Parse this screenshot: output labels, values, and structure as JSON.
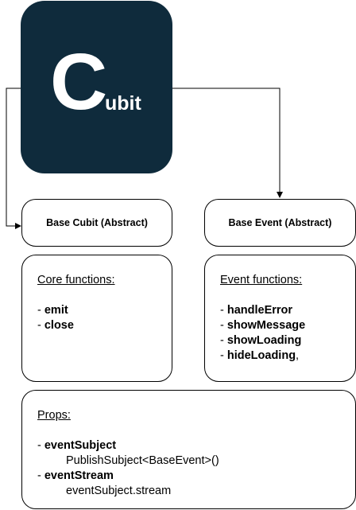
{
  "logo": {
    "big_letter": "C",
    "small_text": "ubit",
    "background_color": "#0f2b3c"
  },
  "base_cubit": {
    "title": "Base Cubit (Abstract)"
  },
  "base_event": {
    "title": "Base Event (Abstract)"
  },
  "core_panel": {
    "heading": "Core functions:",
    "items": [
      {
        "prefix": "- ",
        "name": "emit",
        "suffix": ""
      },
      {
        "prefix": "- ",
        "name": "close",
        "suffix": ""
      }
    ]
  },
  "event_panel": {
    "heading": "Event functions:",
    "items": [
      {
        "prefix": "- ",
        "name": "handleError",
        "suffix": ""
      },
      {
        "prefix": "- ",
        "name": "showMessage",
        "suffix": ""
      },
      {
        "prefix": "- ",
        "name": "showLoading",
        "suffix": ""
      },
      {
        "prefix": "- ",
        "name": "hideLoading",
        "suffix": ","
      }
    ]
  },
  "props_panel": {
    "heading": "Props:",
    "items": [
      {
        "prefix": "- ",
        "name": "eventSubject",
        "detail": "PublishSubject<BaseEvent>()"
      },
      {
        "prefix": "- ",
        "name": "eventStream",
        "detail": "eventSubject.stream"
      }
    ]
  }
}
